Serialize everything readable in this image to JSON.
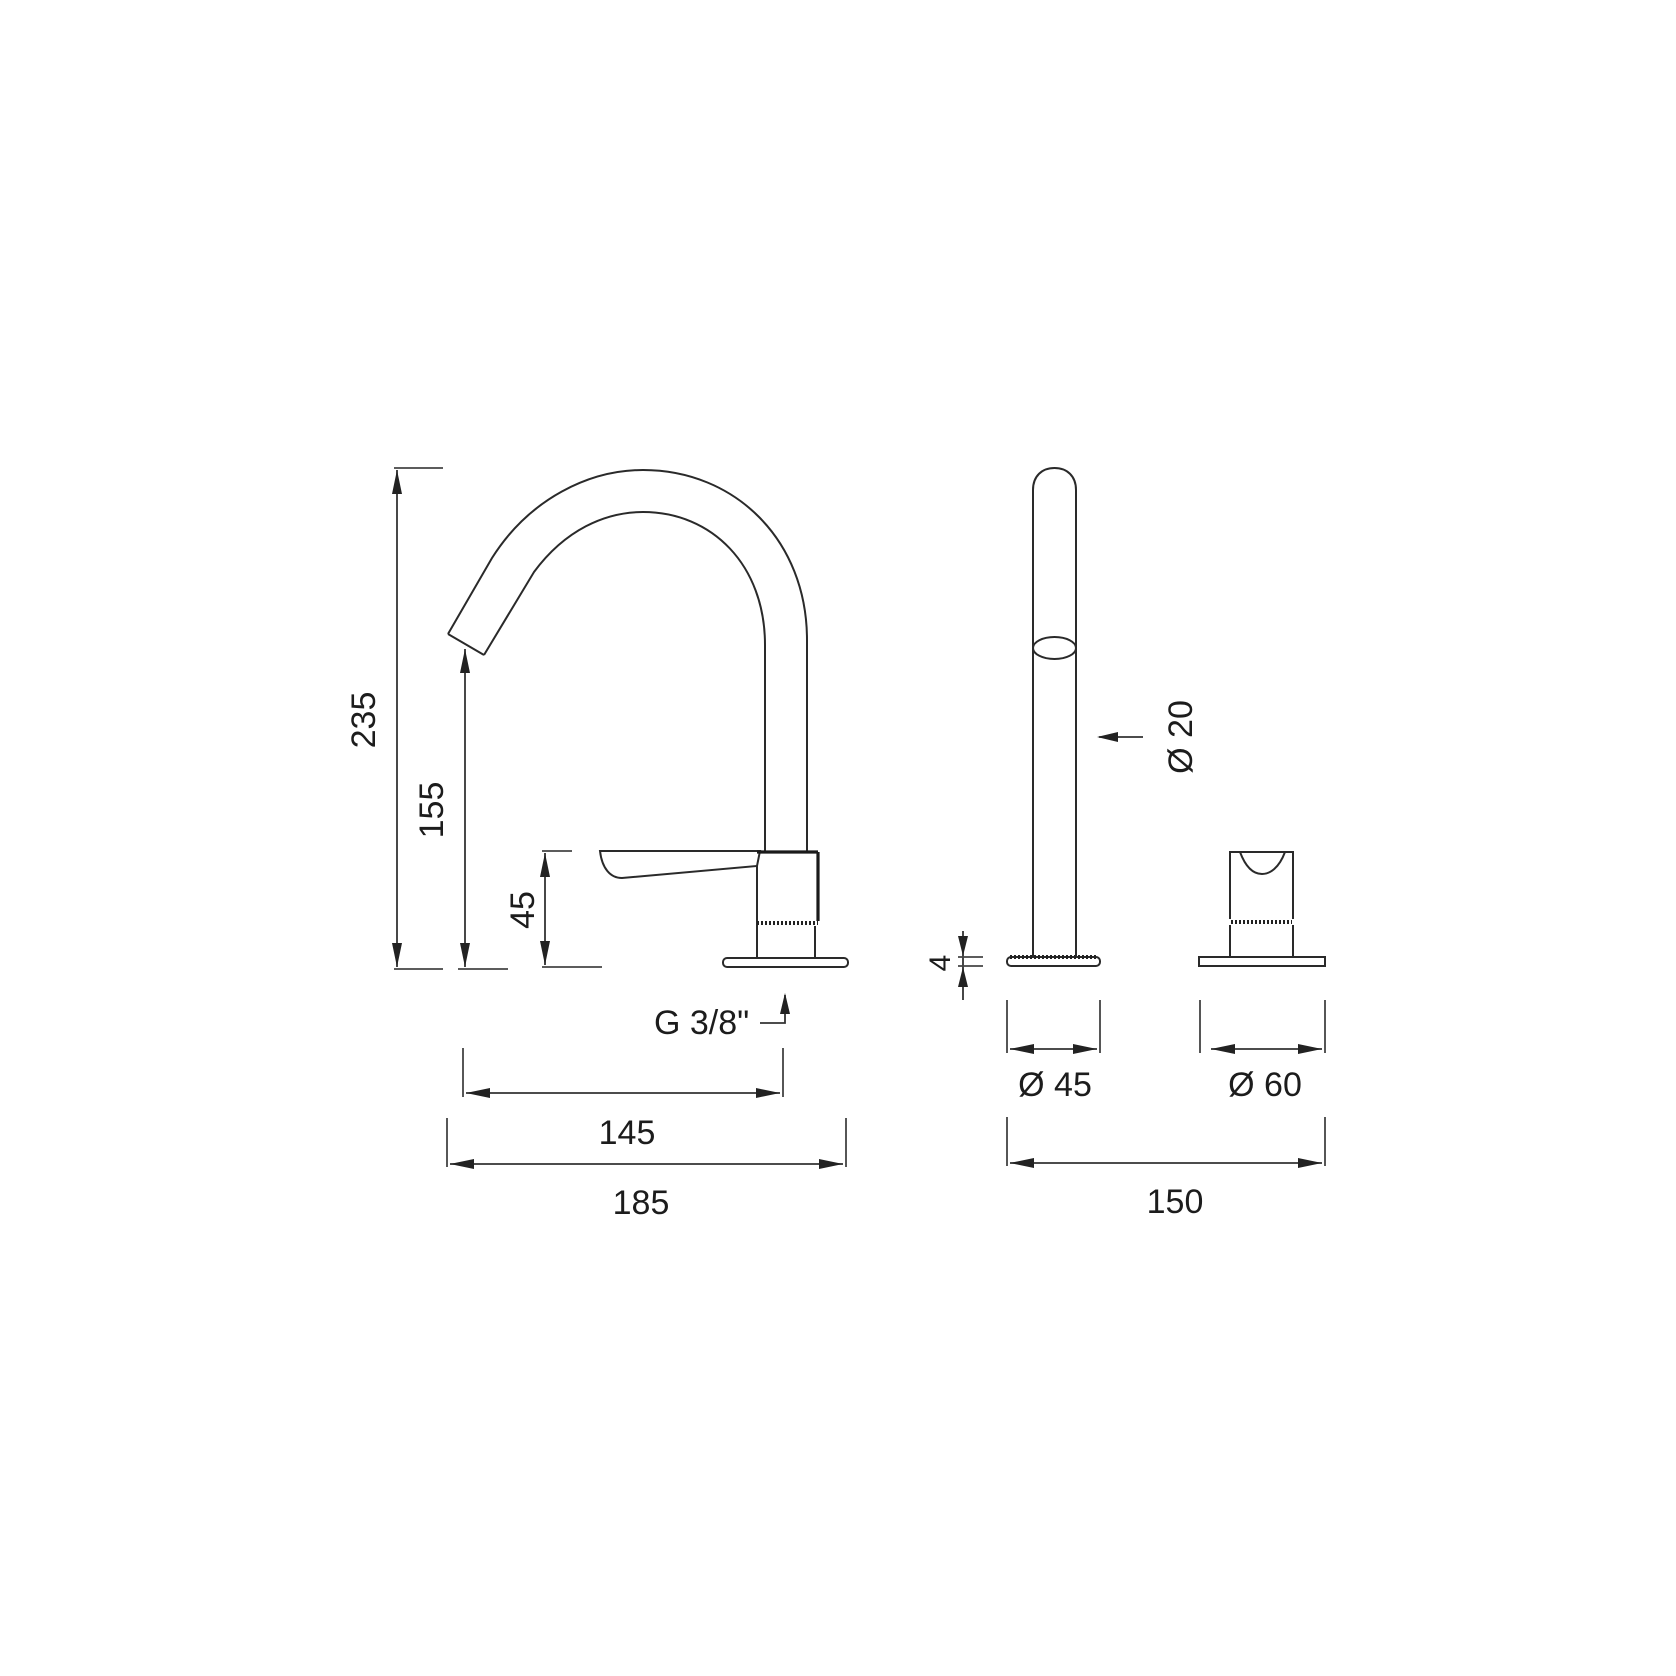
{
  "drawing": {
    "title": "Deck-mounted 3-hole basin mixer - dimensional drawing",
    "units": "mm",
    "colors": {
      "line": "#2a2a2a",
      "text": "#1c1c1c",
      "background": "#ffffff"
    }
  },
  "side_view": {
    "dimensions": {
      "total_height": "235",
      "spout_outlet_height": "155",
      "lever_height": "45",
      "spout_reach": "145",
      "overall_depth": "185"
    },
    "connection": "G 3/8\""
  },
  "front_view": {
    "dimensions": {
      "spout_diameter": "Ø 20",
      "plate_thickness": "4",
      "spout_base_diameter": "Ø 45",
      "knob_base_diameter": "Ø 60",
      "center_distance": "150"
    }
  }
}
